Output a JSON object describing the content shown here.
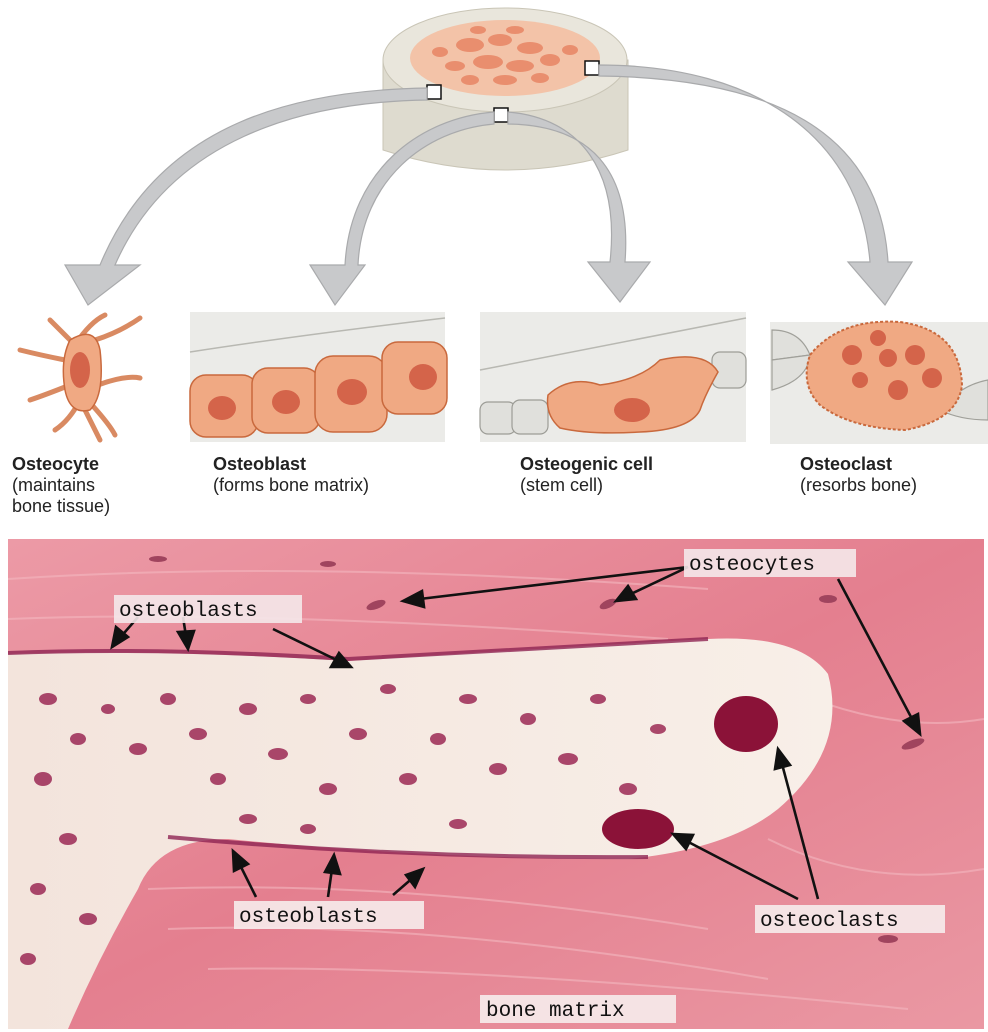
{
  "top_diagram": {
    "cells": [
      {
        "name": "Osteocyte",
        "description": "(maintains\nbone tissue)"
      },
      {
        "name": "Osteoblast",
        "description": "(forms bone matrix)"
      },
      {
        "name": "Osteogenic cell",
        "description": "(stem cell)"
      },
      {
        "name": "Osteoclast",
        "description": "(resorbs bone)"
      }
    ],
    "colors": {
      "cell": "#f0a983",
      "cell_outline": "#c9693d",
      "nucleus": "#d4644a",
      "arrow": "#c8c9cb",
      "bone_shaft": "#dedbcf"
    }
  },
  "micrograph": {
    "labels": {
      "osteocytes": "osteocytes",
      "osteoblasts_top": "osteoblasts",
      "osteoblasts_bottom": "osteoblasts",
      "osteoclasts": "osteoclasts",
      "bone_matrix": "bone matrix"
    },
    "colors": {
      "matrix": "#e98d9a",
      "marrow": "#f7ece4",
      "nuclei": "#9c2a55"
    }
  }
}
